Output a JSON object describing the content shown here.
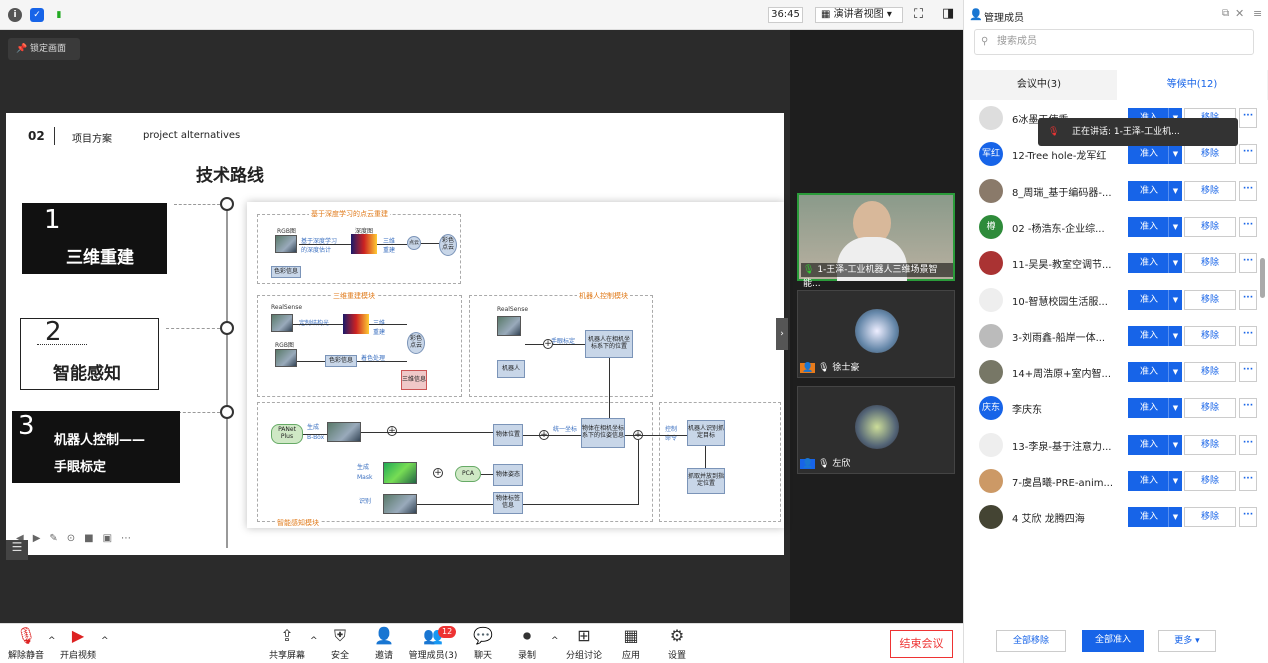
{
  "topbar": {
    "timer": "36:45",
    "view_mode": "演讲者视图"
  },
  "stage": {
    "lock_label": "锁定画面"
  },
  "slide": {
    "section_num": "02",
    "section_cn": "项目方案",
    "section_en": "project alternatives",
    "title": "技术路线",
    "items": [
      {
        "num": "1",
        "label": "三维重建"
      },
      {
        "num": "2",
        "label": "智能感知"
      },
      {
        "num": "3",
        "label": "机器人控制——",
        "label2": "手眼标定"
      }
    ],
    "diagram": {
      "mod1": "基于深度学习的点云重建",
      "mod2": "三维重建模块",
      "mod3": "机器人控制模块",
      "mod4": "智能感知模块",
      "rgb": "RGB图",
      "depth_est": "基于深度学习的深度估计",
      "depth": "深度图",
      "recon3d": "三维重建",
      "pcloud": "点云",
      "color_pc": "彩色点云",
      "color_info": "色彩信息",
      "realsense": "RealSense",
      "struct_light": "定制结构光",
      "color_proc": "着色处理",
      "info3d": "三维信息",
      "hand_eye": "手眼标定",
      "robot": "机器人",
      "robot_pos": "机器人在相机坐标系下的位置",
      "panet": "PANet Plus",
      "gen": "生成",
      "bbox": "B-Box",
      "mask": "Mask",
      "recog": "识别",
      "obj_pos": "物体位置",
      "obj_pose": "物体姿态",
      "obj_label": "物体标签信息",
      "unify": "统一坐标",
      "obj_robot": "物体在相机坐标系下的位姿信息",
      "pca": "PCA",
      "control": "控制命令",
      "grasp_target": "机器人识别抓定目标",
      "grasp_place": "抓取并放到指定位置"
    }
  },
  "videos": [
    {
      "name": "1-王泽-工业机器人三维场景智能..."
    },
    {
      "name": "徐士豪"
    },
    {
      "name": "左欣"
    }
  ],
  "bottombar": {
    "items": [
      "解除静音",
      "开启视频",
      "共享屏幕",
      "安全",
      "邀请",
      "管理成员(3)",
      "聊天",
      "录制",
      "分组讨论",
      "应用",
      "设置"
    ],
    "badge": "12",
    "end": "结束会议"
  },
  "panel": {
    "title": "管理成员",
    "search_placeholder": "搜索成员",
    "tab_in": "会议中(3)",
    "tab_wait": "等候中(12)",
    "admit": "准入",
    "remove": "移除",
    "more": "···",
    "tooltip": "正在讲话: 1-王泽-工业机...",
    "members": [
      {
        "name": "6冰墨天使乖",
        "avatar": "",
        "color": "#ddd"
      },
      {
        "name": "12-Tree hole-龙军红",
        "avatar": "军红",
        "color": "#1764e8"
      },
      {
        "name": "8_周瑞_基于编码器-...",
        "avatar": "",
        "color": "#8a7a6a"
      },
      {
        "name": "02 -杨浩东-企业综...",
        "avatar": "樽",
        "color": "#2e8b3a"
      },
      {
        "name": "11-吴昊-教室空调节...",
        "avatar": "",
        "color": "#a33"
      },
      {
        "name": "10-智慧校园生活服...",
        "avatar": "",
        "color": "#eee"
      },
      {
        "name": "3-刘雨鑫-船岸一体...",
        "avatar": "",
        "color": "#bbb"
      },
      {
        "name": "14+周浩原+室内智...",
        "avatar": "",
        "color": "#776"
      },
      {
        "name": "李庆东",
        "avatar": "庆东",
        "color": "#1764e8"
      },
      {
        "name": "13-李泉-基于注意力...",
        "avatar": "",
        "color": "#eee"
      },
      {
        "name": "7-虞昌曦-PRE-anim...",
        "avatar": "",
        "color": "#c96"
      },
      {
        "name": "4 艾欣 龙腾四海",
        "avatar": "",
        "color": "#443"
      }
    ],
    "remove_all": "全部移除",
    "admit_all": "全部准入",
    "more_btn": "更多 ▾"
  }
}
